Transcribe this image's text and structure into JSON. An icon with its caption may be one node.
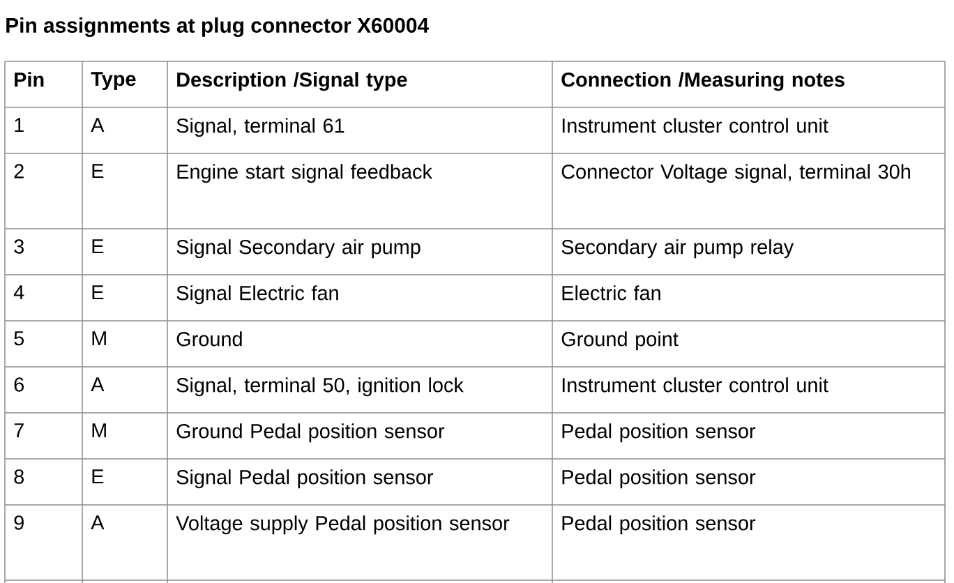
{
  "diagram": {
    "title": "Pin assignments at plug connector X60004",
    "labels": [
      "Pin",
      "Type",
      "Description /Signal type",
      "Connection /Measuring notes",
      "1",
      "A",
      "Signal, terminal 61",
      "Instrument cluster control unit",
      "2",
      "E",
      "Engine start signal feedback",
      "Connector Voltage signal, terminal 30h",
      "3",
      "E",
      "Signal Secondary air pump",
      "Secondary air pump relay",
      "4",
      "E",
      "Signal Electric fan",
      "Electric fan",
      "5",
      "M",
      "Ground",
      "Ground point",
      "6",
      "A",
      "Signal, terminal 50, ignition lock",
      "Instrument cluster control unit",
      "7",
      "M",
      "Ground Pedal position sensor",
      "Pedal position sensor",
      "8",
      "E",
      "Signal Pedal position sensor",
      "Pedal position sensor",
      "9",
      "A",
      "Voltage supply Pedal position sensor",
      "Pedal position sensor"
    ]
  }
}
